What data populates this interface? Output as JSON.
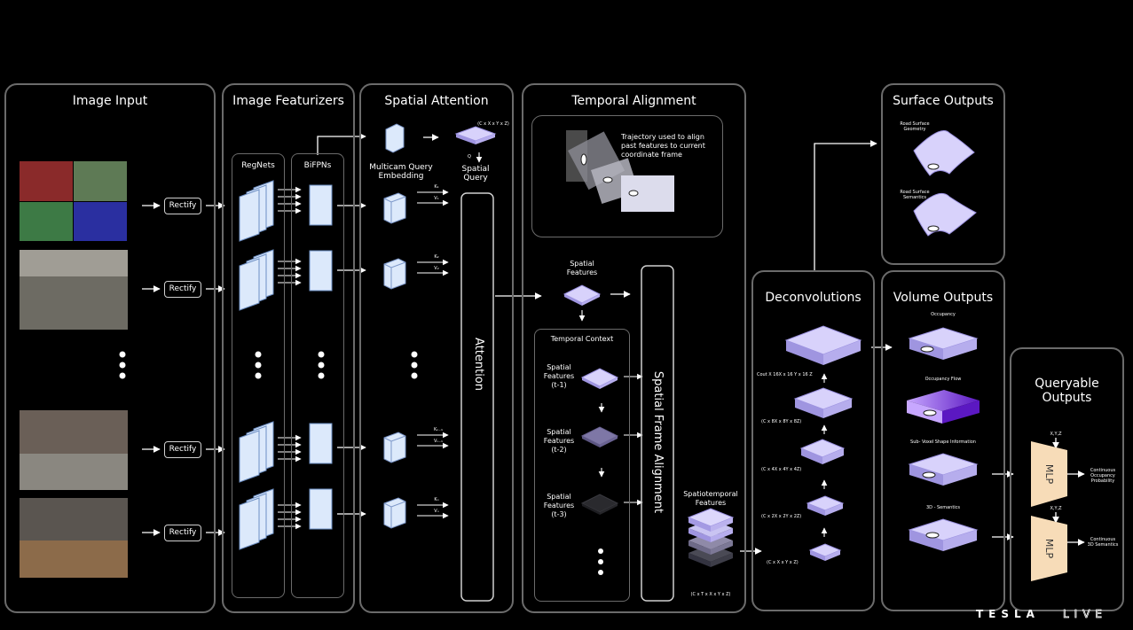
{
  "image_input": {
    "title": "Image Input",
    "rectify_label": "Rectify",
    "ellipsis": "⋮"
  },
  "image_featurizers": {
    "title": "Image Featurizers",
    "regnets": "RegNets",
    "bifpns": "BiFPNs"
  },
  "spatial_attention": {
    "title": "Spatial Attention",
    "query_dims": "(C x X x Y x Z)",
    "q_label": "Q",
    "spatial_query": [
      "Spatial",
      "Query"
    ],
    "multicam": [
      "Multicam Query",
      "Embedding"
    ],
    "kv": [
      [
        "K₁",
        "V₁"
      ],
      [
        "K₂",
        "V₂"
      ],
      [
        "Kₙ₋₁",
        "Vₙ₋₁"
      ],
      [
        "Kₙ",
        "Vₙ"
      ]
    ],
    "attention": "Attention"
  },
  "temporal_alignment": {
    "title": "Temporal Alignment",
    "trajectory": [
      "Trajectory used to align",
      "past features to current",
      "coordinate frame"
    ],
    "spatial_features": [
      "Spatial",
      "Features"
    ],
    "temporal_context": "Temporal Context",
    "t1": [
      "Spatial",
      "Features",
      "(t-1)"
    ],
    "t2": [
      "Spatial",
      "Features",
      "(t-2)"
    ],
    "t3": [
      "Spatial",
      "Features",
      "(t-3)"
    ],
    "frame_alignment": "Spatial Frame Alignment",
    "spatiotemporal": [
      "Spatiotemporal",
      "Features"
    ],
    "spatiotemporal_dims": "(C x T x X x Y x Z)"
  },
  "deconvolutions": {
    "title": "Deconvolutions",
    "dims": [
      "Cout X 16X x 16 Y x 16 Z",
      "(C x 8X x 8Y x 8Z)",
      "(C x 4X x 4Y x 4Z)",
      "(C x 2X x 2Y x 2Z)",
      "(C x X x Y x Z)"
    ]
  },
  "surface_outputs": {
    "title": "Surface Outputs",
    "geometry": [
      "Road Surface",
      "Geometry"
    ],
    "semantics": [
      "Road Surface",
      "Semantics"
    ]
  },
  "volume_outputs": {
    "title": "Volume Outputs",
    "occupancy": "Occupancy",
    "flow": "Occupancy Flow",
    "subvoxel": "Sub- Voxel Shape Information",
    "semantics": "3D - Semantics"
  },
  "queryable_outputs": {
    "title": [
      "Queryable",
      "Outputs"
    ],
    "xyz": "X,Y,Z",
    "mlp": "MLP",
    "out1": [
      "Continuous",
      "Occupancy",
      "Probability"
    ],
    "out2": [
      "Continuous",
      "3D Semantics"
    ]
  },
  "logo": {
    "brand": "TESLA",
    "sub": "LIVE"
  },
  "colors": {
    "cube": "#c9c4f2",
    "cube_side": "#8f86d6",
    "feature_plane": "#dce9fb",
    "mlp": "#f7dcb8",
    "box_border": "#6b6b6b",
    "flow": "#7a3fd6"
  }
}
